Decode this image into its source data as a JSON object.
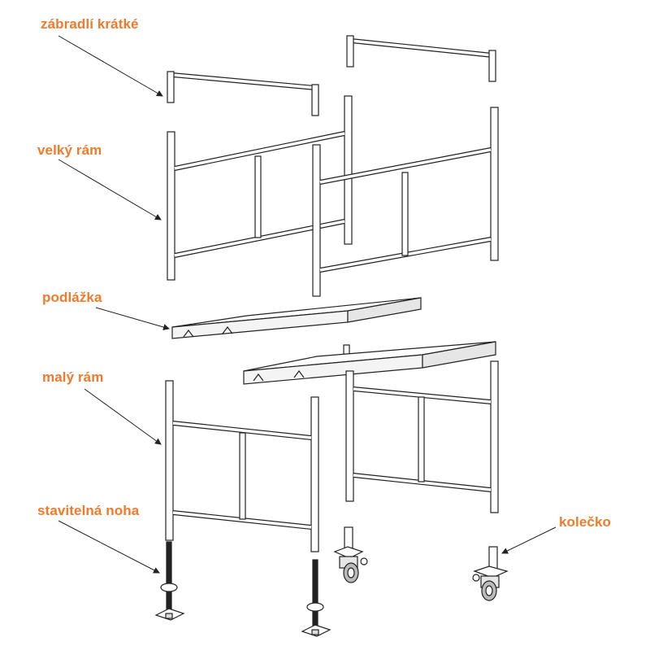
{
  "labels": {
    "guardrail_short": "zábradlí krátké",
    "large_frame": "velký rám",
    "platform": "podlážka",
    "small_frame": "malý rám",
    "adjustable_leg": "stavitelná noha",
    "caster": "kolečko"
  },
  "colors": {
    "label": "#f07a2c",
    "line": "#222222",
    "fill": "#ffffff",
    "shade": "#d9d9d9"
  }
}
